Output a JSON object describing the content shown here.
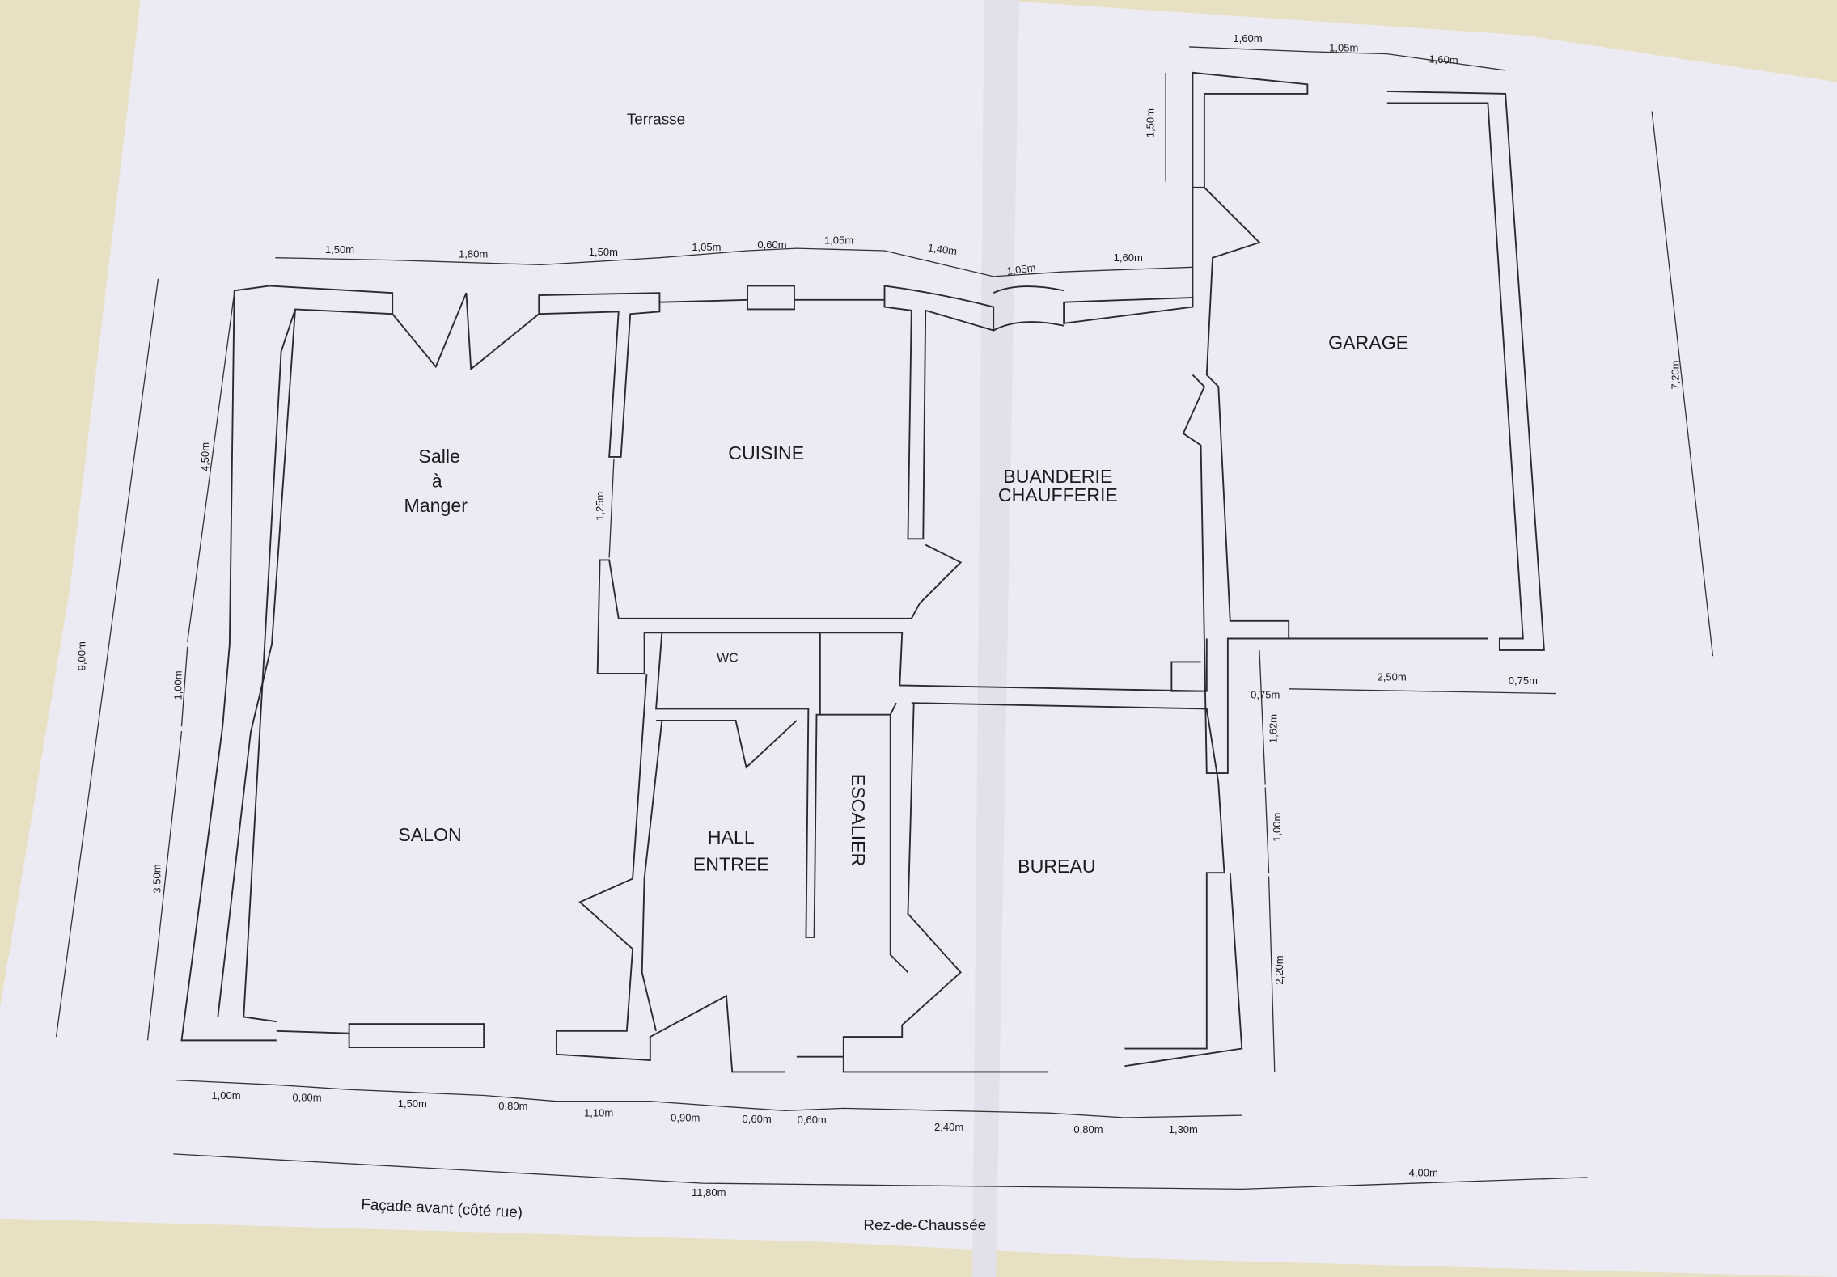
{
  "plan": {
    "level": "Rez-de-Chaussée",
    "notes": {
      "top": "Terrasse",
      "front": "Façade avant (côté rue)",
      "level": "Rez-de-Chaussée"
    },
    "rooms": {
      "salle_1": "Salle",
      "salle_2": "à",
      "salle_3": "Manger",
      "cuisine": "CUISINE",
      "buanderie_1": "BUANDERIE",
      "buanderie_2": "CHAUFFERIE",
      "garage": "GARAGE",
      "wc": "WC",
      "salon": "SALON",
      "hall_1": "HALL",
      "hall_2": "ENTREE",
      "escalier": "ESCALIER",
      "bureau": "BUREAU"
    },
    "dimensions": [
      "1,50m",
      "1,80m",
      "1,50m",
      "1,05m",
      "0,60m",
      "1,05m",
      "1,40m",
      "1,05m",
      "1,60m",
      "1,60m",
      "1,05m",
      "1,60m",
      "9,00m",
      "4,50m",
      "1,25m",
      "1,00m",
      "3,50m",
      "1,50m",
      "7,20m",
      "0,75m",
      "1,62m",
      "1,00m",
      "2,20m",
      "2,50m",
      "0,75m",
      "1,00m",
      "0,80m",
      "1,50m",
      "0,80m",
      "1,10m",
      "0,90m",
      "0,60m",
      "0,60m",
      "2,40m",
      "0,80m",
      "1,30m",
      "11,80m",
      "4,00m"
    ],
    "colors": {
      "paper": "#ece9f3",
      "table": "#e9e2c6",
      "ink": "#2a2a30"
    }
  }
}
